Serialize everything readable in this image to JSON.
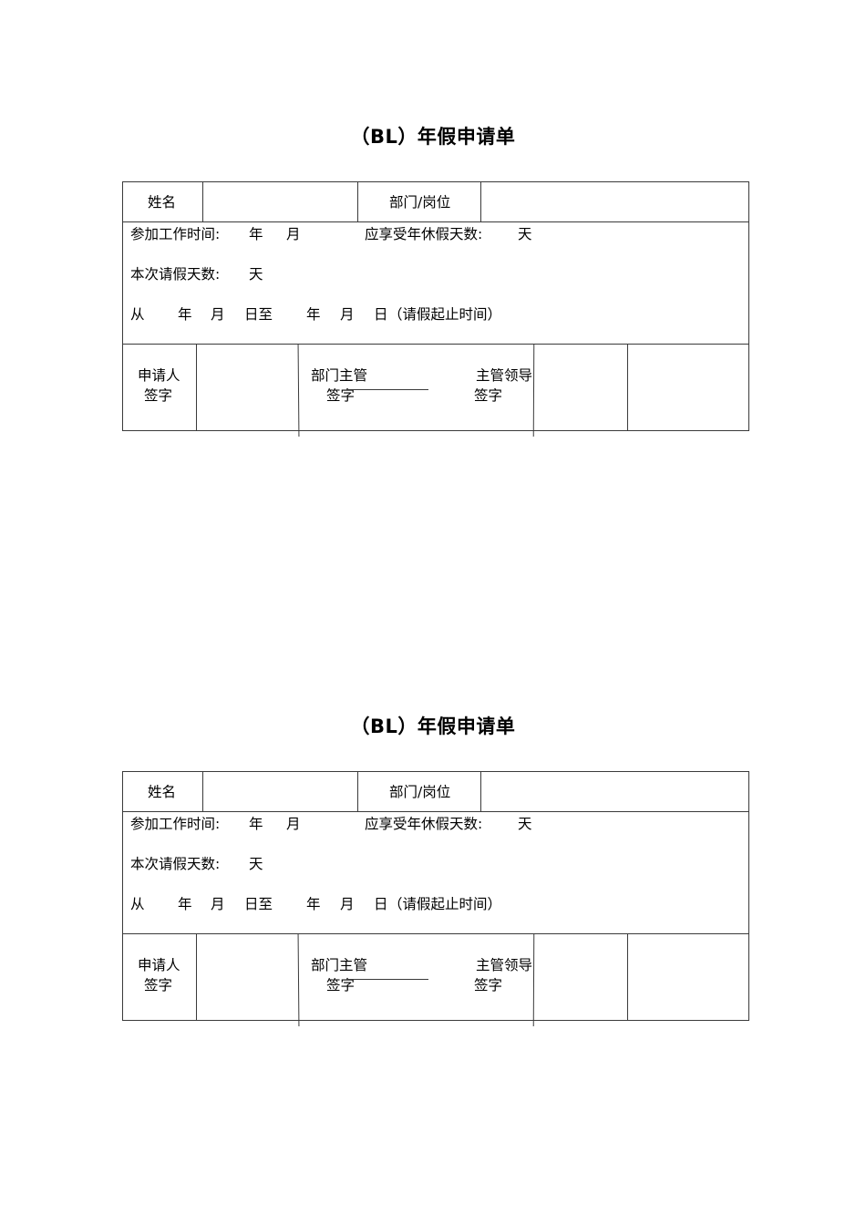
{
  "forms": [
    {
      "title": "（BL）年假申请单",
      "row1": {
        "name_label": "姓名",
        "name_value": "",
        "dept_label": "部门/岗位",
        "dept_value": ""
      },
      "row2": {
        "work_start_label": "参加工作时间:",
        "work_start_year": "年",
        "work_start_month": "月",
        "entitled_days_label": "应享受年休假天数:",
        "entitled_days_unit": "天",
        "leave_days_label": "本次请假天数:",
        "leave_days_unit": "天",
        "from_label": "从",
        "from_year": "年",
        "from_month": "月",
        "from_day_to": "日至",
        "to_year": "年",
        "to_month": "月",
        "to_day": "日",
        "period_note": "（请假起止时间）"
      },
      "row3": {
        "applicant_label_1": "申请人",
        "applicant_label_2": "签字",
        "dept_head_label_1": "部门主管",
        "dept_head_label_2": "签字",
        "leader_label_1": "主管领导",
        "leader_label_2": "签字"
      }
    },
    {
      "title": "（BL）年假申请单",
      "row1": {
        "name_label": "姓名",
        "name_value": "",
        "dept_label": "部门/岗位",
        "dept_value": ""
      },
      "row2": {
        "work_start_label": "参加工作时间:",
        "work_start_year": "年",
        "work_start_month": "月",
        "entitled_days_label": "应享受年休假天数:",
        "entitled_days_unit": "天",
        "leave_days_label": "本次请假天数:",
        "leave_days_unit": "天",
        "from_label": "从",
        "from_year": "年",
        "from_month": "月",
        "from_day_to": "日至",
        "to_year": "年",
        "to_month": "月",
        "to_day": "日",
        "period_note": "（请假起止时间）"
      },
      "row3": {
        "applicant_label_1": "申请人",
        "applicant_label_2": "签字",
        "dept_head_label_1": "部门主管",
        "dept_head_label_2": "签字",
        "leader_label_1": "主管领导",
        "leader_label_2": "签字"
      }
    }
  ]
}
